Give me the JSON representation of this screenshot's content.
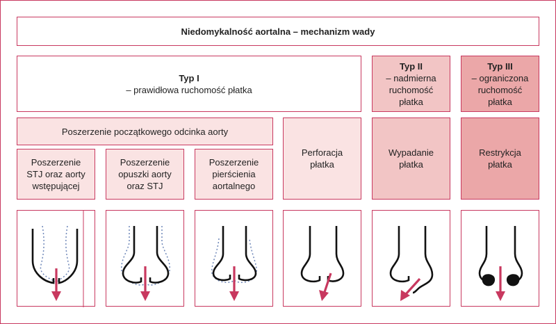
{
  "title": "Niedomykalność aortalna – mechanizm wady",
  "type1": {
    "title": "Typ I",
    "subtitle": "– prawidłowa ruchomość płatka"
  },
  "type2": {
    "title": "Typ II",
    "lines": [
      "– nadmierna",
      "ruchomość",
      "płatka"
    ]
  },
  "type3": {
    "title": "Typ III",
    "lines": [
      "– ograniczona",
      "ruchomość",
      "płatka"
    ]
  },
  "dilation_header": "Poszerzenie początkowego odcinka aorty",
  "mechanisms": [
    {
      "lines": [
        "Poszerzenie",
        "STJ oraz aorty",
        "wstępującej"
      ]
    },
    {
      "lines": [
        "Poszerzenie",
        "opuszki aorty",
        "oraz STJ"
      ]
    },
    {
      "lines": [
        "Poszerzenie",
        "pierścienia",
        "aortalnego"
      ]
    },
    {
      "lines": [
        "Perforacja",
        "płatka"
      ]
    },
    {
      "lines": [
        "Wypadanie",
        "płatka"
      ]
    },
    {
      "lines": [
        "Restrykcja",
        "płatka"
      ]
    }
  ],
  "colors": {
    "border": "#c8385f",
    "arrow": "#c8385f",
    "light": "#fae3e3",
    "medium": "#f2c5c5",
    "dark": "#eba7a8",
    "dotted": "#6d86b8"
  }
}
